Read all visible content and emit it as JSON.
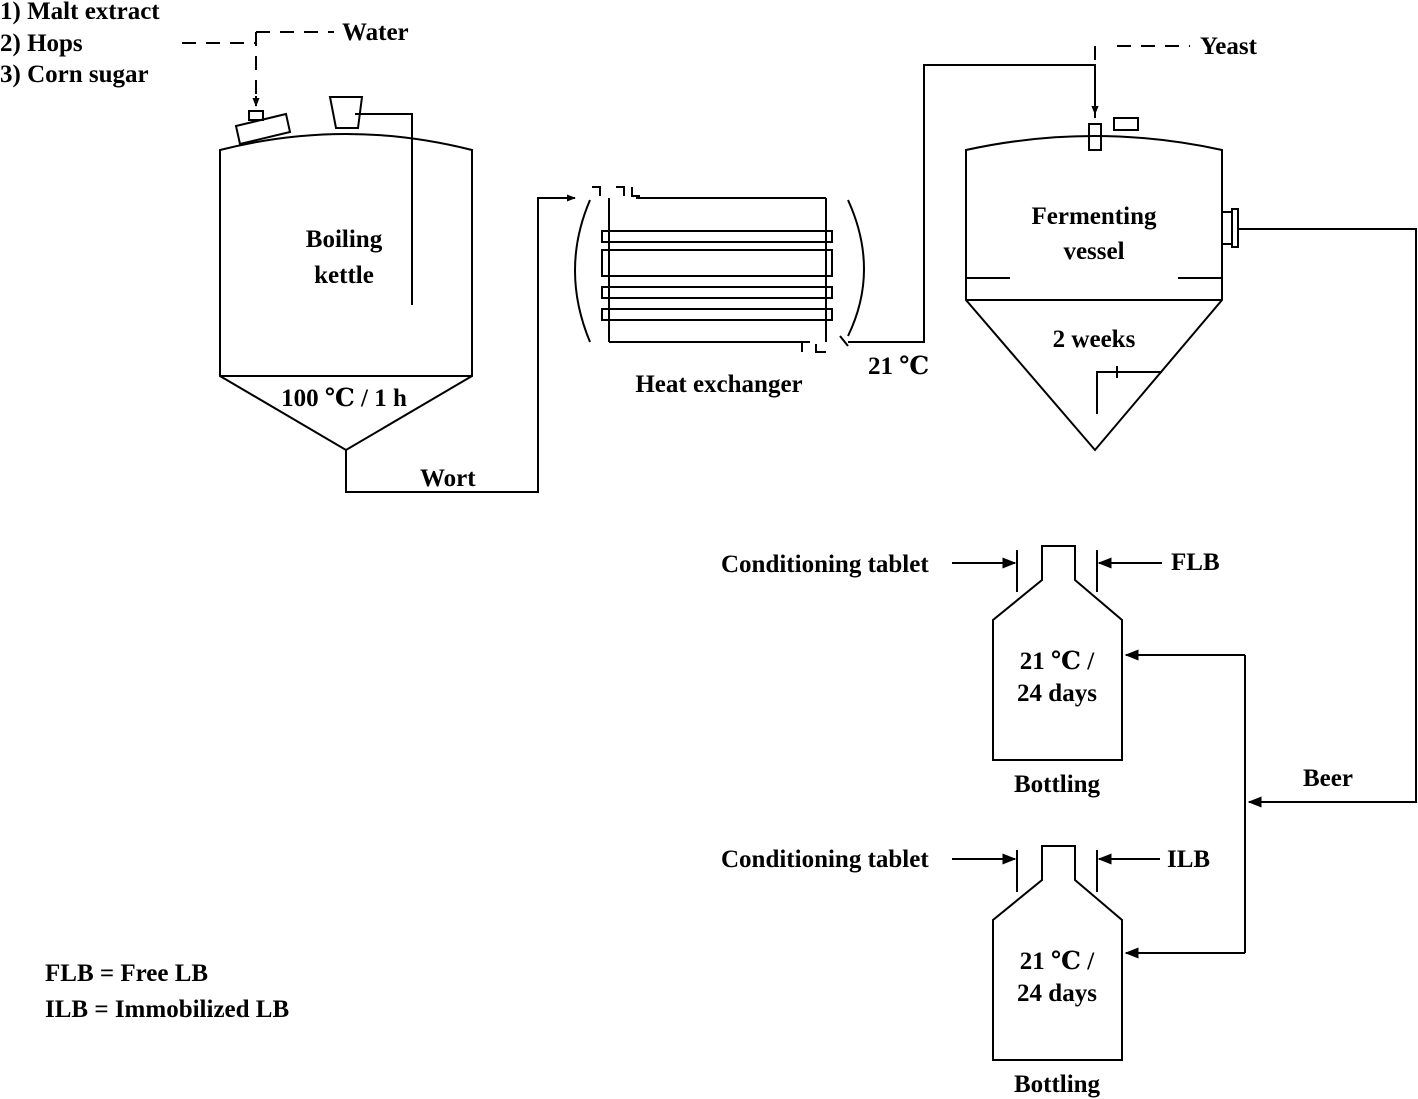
{
  "ingredients": [
    "1) Malt extract",
    "2) Hops",
    "3) Corn sugar"
  ],
  "inputs": {
    "water": "Water",
    "yeast": "Yeast"
  },
  "kettle": {
    "name_line1": "Boiling",
    "name_line2": "kettle",
    "condition": "100 ℃ / 1 h"
  },
  "wort_label": "Wort",
  "heat_exchanger": {
    "name": "Heat exchanger",
    "outlet_temp": "21 ℃"
  },
  "fermenter": {
    "name_line1": "Fermenting",
    "name_line2": "vessel",
    "duration": "2 weeks"
  },
  "beer_label": "Beer",
  "bottle_top": {
    "left_input": "Conditioning tablet",
    "right_input": "FLB",
    "cond_line1": "21 ℃ /",
    "cond_line2": "24 days",
    "name": "Bottling"
  },
  "bottle_bottom": {
    "left_input": "Conditioning tablet",
    "right_input": "ILB",
    "cond_line1": "21 ℃ /",
    "cond_line2": "24 days",
    "name": "Bottling"
  },
  "legend": [
    "FLB = Free LB",
    "ILB = Immobilized LB"
  ]
}
